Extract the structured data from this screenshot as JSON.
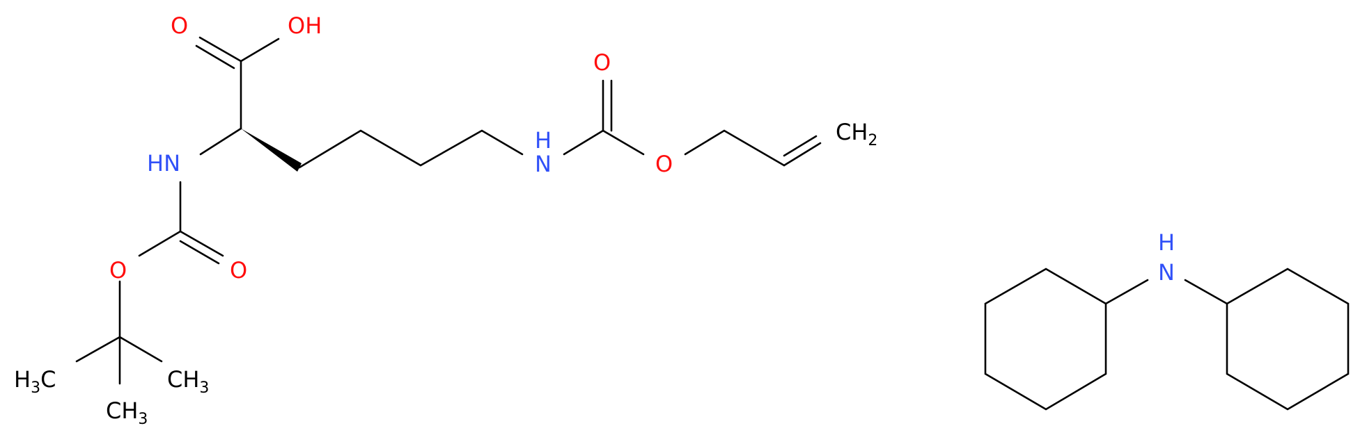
{
  "colors": {
    "bond": "#000000",
    "oxygen": "#ff0d0d",
    "nitrogen": "#3050f8",
    "carbon": "#000000"
  },
  "labels": {
    "acid_O_double": "O",
    "acid_OH": "OH",
    "alpha_NH": "HN",
    "boc_O_ester": "O",
    "boc_O_double": "O",
    "tbu_methyl_left": "H3C",
    "tbu_methyl_right": "CH3",
    "tbu_methyl_bottom": "CH3",
    "eps_NH": "N",
    "eps_NH_H": "H",
    "alloc_O_double": "O",
    "alloc_O_ester": "O",
    "vinyl_CH2": "CH2",
    "amine_N": "N",
    "amine_H": "H"
  }
}
